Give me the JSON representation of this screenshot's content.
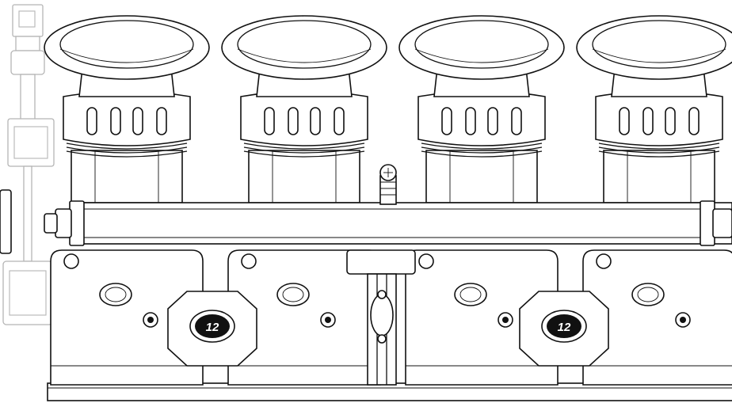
{
  "diagram": {
    "colors": {
      "stroke": "#111111",
      "ghost": "#b5b5b5",
      "background": "#ffffff"
    },
    "throttle_bodies": [
      {
        "id": 1
      },
      {
        "id": 2
      },
      {
        "id": 3
      },
      {
        "id": 4
      }
    ],
    "logo_text": "12"
  }
}
